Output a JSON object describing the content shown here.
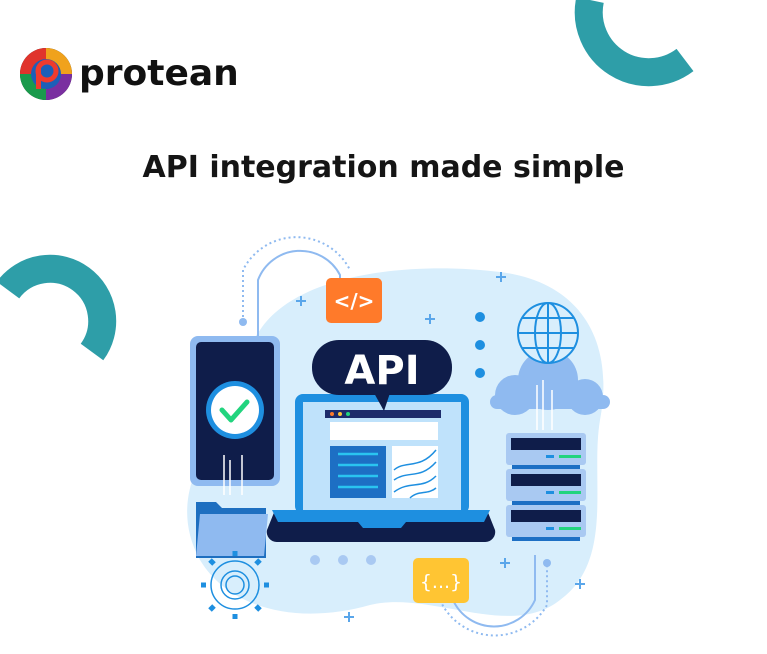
{
  "brand": {
    "name": "protean"
  },
  "headline": "API integration made simple",
  "illustration": {
    "bubble_text": "API",
    "code_tag_text": "</>",
    "braces_text": "{...}"
  },
  "colors": {
    "teal": "#2e9ea8",
    "navy": "#0f1d4a",
    "blob": "#d8eefc",
    "blue": "#1e8fe0",
    "orange": "#ff7a2a",
    "yellow": "#ffc533",
    "green": "#22d47e"
  }
}
